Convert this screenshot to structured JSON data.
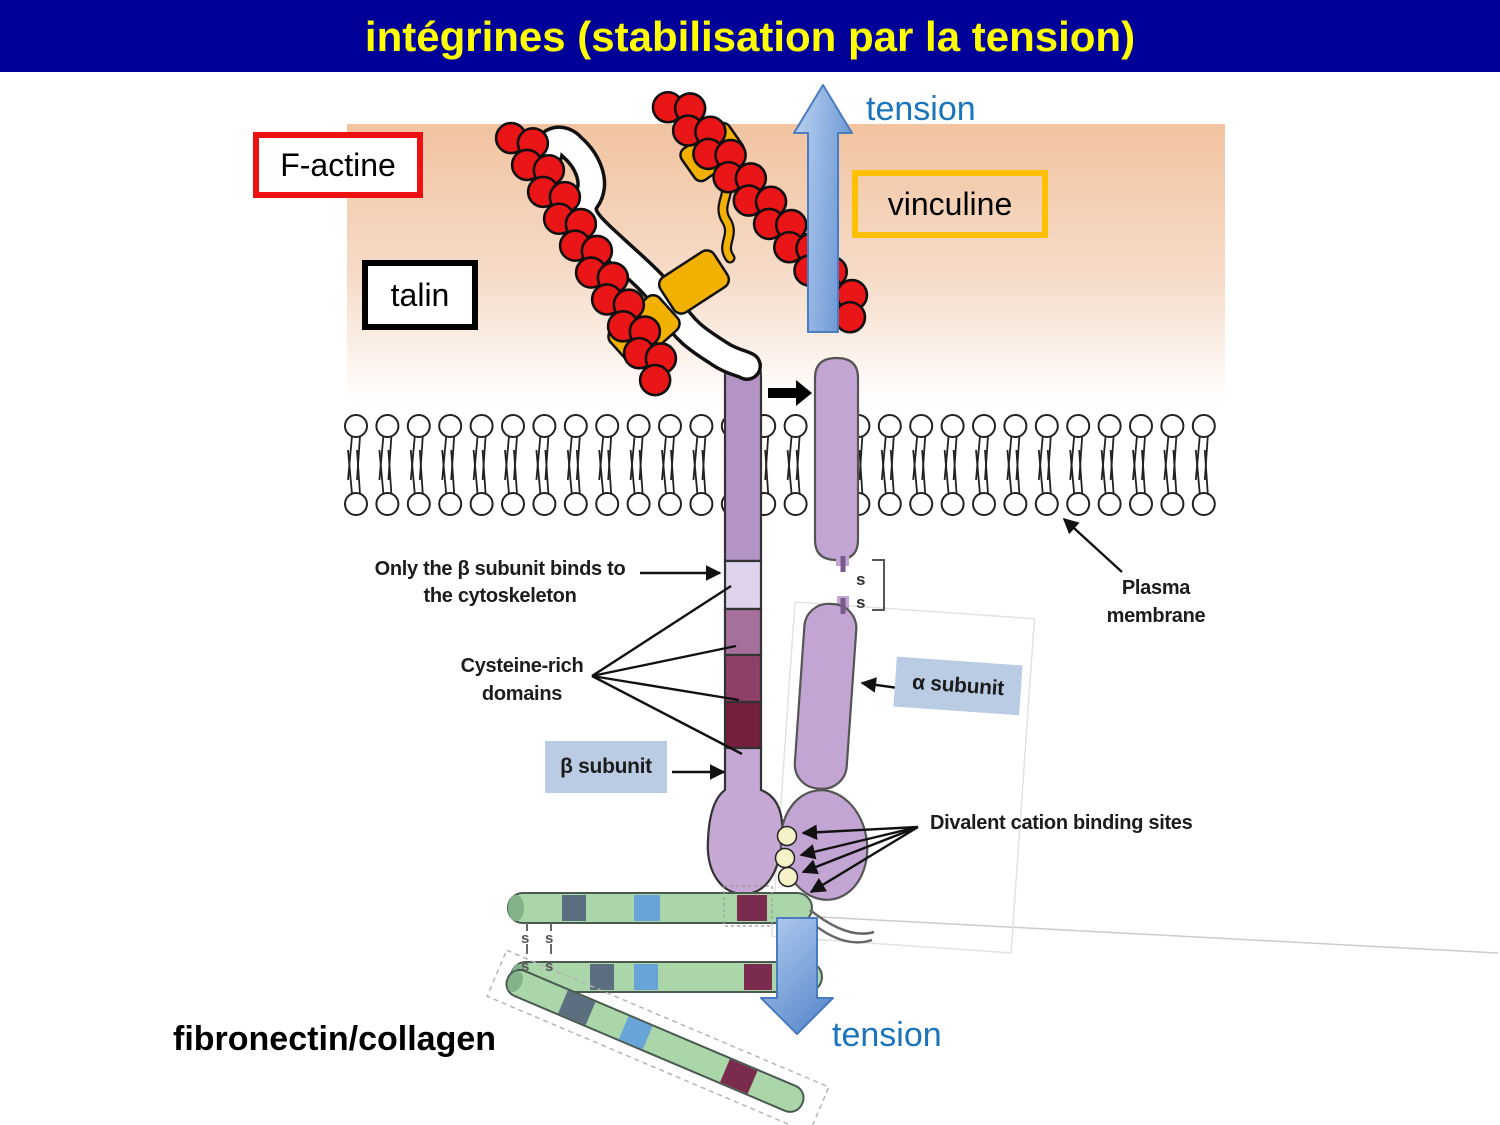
{
  "title": "intégrines (stabilisation par la tension)",
  "colors": {
    "title_bar": "#000099",
    "title_text": "#ffff00",
    "peach_background_top": "#f2c3a0",
    "actin_red": "#ea1517",
    "talin_white": "#ffffff",
    "vinculin_gold": "#f2b100",
    "vinculine_box_border": "#ffc000",
    "f_actine_box_border": "#ee1111",
    "talin_box_border": "#000000",
    "tension_text_blue": "#1b75bc",
    "tension_arrow_light": "#bdd4f2",
    "tension_arrow_dark": "#6d98d5",
    "tension_arrow_stroke": "#4a7cc0",
    "integrin_purple": "#c2a5d3",
    "beta_stalk_purple": "#b494c4",
    "beta_segment_light": "#ded2ec",
    "beta_segment_medium": "#a5719c",
    "beta_segment_dark": "#8f4066",
    "beta_segment_darkest": "#731f3d",
    "beta_head_purple": "#c6a8d4",
    "label_box_blue": "#b9cce4",
    "fibronectin_green": "#abd6a9",
    "fibronectin_segment_gray": "#5b6f80",
    "fibronectin_segment_blue": "#68a4d8",
    "fibronectin_segment_maroon": "#7b2b4e",
    "cation_site_yellow": "#f5f2c8"
  },
  "icons": {
    "tension_up": "up-arrow",
    "tension_down": "down-arrow",
    "activation_shift": "right-arrow"
  },
  "overlay": {
    "f_actine": "F-actine",
    "talin": "talin",
    "vinculine": "vinculine",
    "tension_top": "tension",
    "tension_bottom": "tension",
    "fibronectin_collagen": "fibronectin/collagen"
  },
  "figure": {
    "only_beta_line1": "Only the β subunit binds to",
    "only_beta_line2": "the cytoskeleton",
    "cysteine_line1": "Cysteine-rich",
    "cysteine_line2": "domains",
    "beta_subunit": "β subunit",
    "alpha_subunit": "α subunit",
    "plasma_line1": "Plasma",
    "plasma_line2": "membrane",
    "divalent": "Divalent cation binding sites",
    "s": "s"
  }
}
